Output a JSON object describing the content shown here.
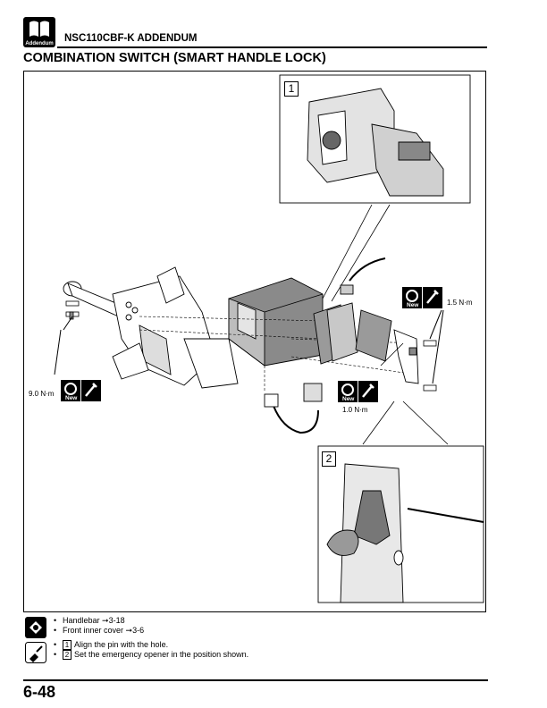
{
  "header": {
    "logo_label": "Addendum",
    "title": "NSC110CBF-K ADDENDUM"
  },
  "section": {
    "title": "COMBINATION SWITCH (SMART HANDLE LOCK)"
  },
  "figure": {
    "callout_1": "1",
    "callout_2": "2",
    "torque_left": "9.0 N·m",
    "torque_right": "1.5 N·m",
    "torque_middle": "1.0 N·m",
    "new_label": "New"
  },
  "removal_notes": [
    "Handlebar ➞3-18",
    "Front inner cover ➞3-6"
  ],
  "install_notes": [
    {
      "num": "1",
      "text": "Align the pin with the hole."
    },
    {
      "num": "2",
      "text": "Set the emergency opener in the position shown."
    }
  ],
  "page_number": "6-48"
}
